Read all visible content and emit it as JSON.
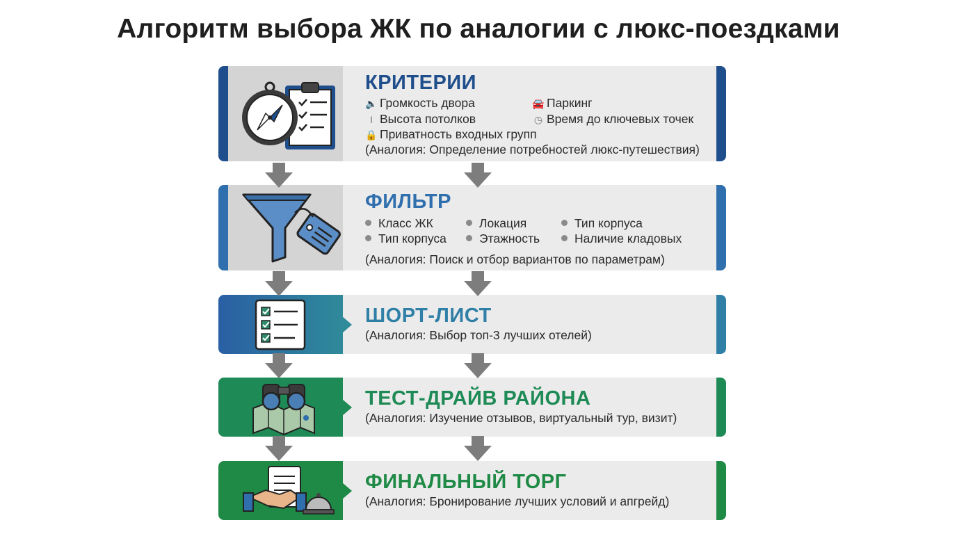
{
  "title": "Алгоритм выбора ЖК по аналогии с люкс-поездками",
  "colors": {
    "step1": "#1f4e8c",
    "step2": "#2f6fad",
    "step3": "#2f7fa6",
    "step4": "#1e8a55",
    "step5": "#1e8a45",
    "panel": "#ebebeb",
    "arrow": "#7d7d7d"
  },
  "steps": [
    {
      "heading": "КРИТЕРИИ",
      "icon": "compass-clipboard-icon",
      "criteria": [
        {
          "icon": "speaker-icon",
          "label": "Громкость двора"
        },
        {
          "icon": "car-icon",
          "label": "Паркинг"
        },
        {
          "icon": "height-icon",
          "label": "Высота потолков"
        },
        {
          "icon": "clock-icon",
          "label": "Время до ключевых точек"
        },
        {
          "icon": "lock-icon",
          "label": "Приватность входных групп"
        }
      ],
      "analogy": "(Аналогия: Определение потребностей люкс-путешествия)"
    },
    {
      "heading": "ФИЛЬТР",
      "icon": "funnel-tag-icon",
      "filters": [
        "Класс ЖК",
        "Локация",
        "Тип корпуса",
        "Тип корпуса",
        "Этажность",
        "Наличие кладовых"
      ],
      "analogy": "(Аналогия: Поиск и отбор вариантов по параметрам)"
    },
    {
      "heading": "ШОРТ-ЛИСТ",
      "icon": "checklist-icon",
      "analogy": "(Аналогия: Выбор топ-3 лучших отелей)"
    },
    {
      "heading": "ТЕСТ-ДРАЙВ РАЙОНА",
      "icon": "binoculars-map-icon",
      "analogy": "(Аналогия: Изучение отзывов, виртуальный тур, визит)"
    },
    {
      "heading": "ФИНАЛЬНЫЙ ТОРГ",
      "icon": "handshake-bell-icon",
      "analogy": "(Аналогия: Бронирование лучших условий и апгрейд)"
    }
  ]
}
